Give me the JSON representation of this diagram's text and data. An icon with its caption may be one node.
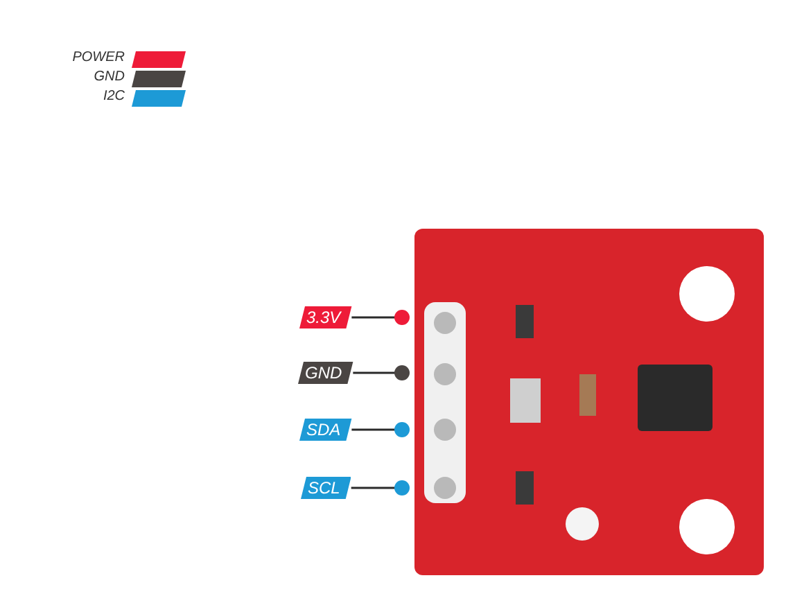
{
  "diagram": {
    "nodes": [
      {
        "text": [
          "3.3V"
        ]
      },
      {
        "text": [
          "GND"
        ]
      },
      {
        "text": [
          "SDA"
        ]
      },
      {
        "text": [
          "SCL"
        ]
      },
      {
        "text": [],
        "shape": "picture"
      }
    ],
    "edges": [
      {
        "from": 0,
        "to": 4,
        "arrow": "other"
      },
      {
        "from": 1,
        "to": 4,
        "arrow": "other"
      },
      {
        "from": 2,
        "to": 4,
        "arrow": "other"
      },
      {
        "from": 3,
        "to": 4,
        "arrow": "other"
      }
    ],
    "legend": [
      {
        "text": "POWER",
        "color": "#ee1b38"
      },
      {
        "text": "GND",
        "color": "#4a4543"
      },
      {
        "text": "I2C",
        "color": "#1d9ad6"
      }
    ]
  }
}
